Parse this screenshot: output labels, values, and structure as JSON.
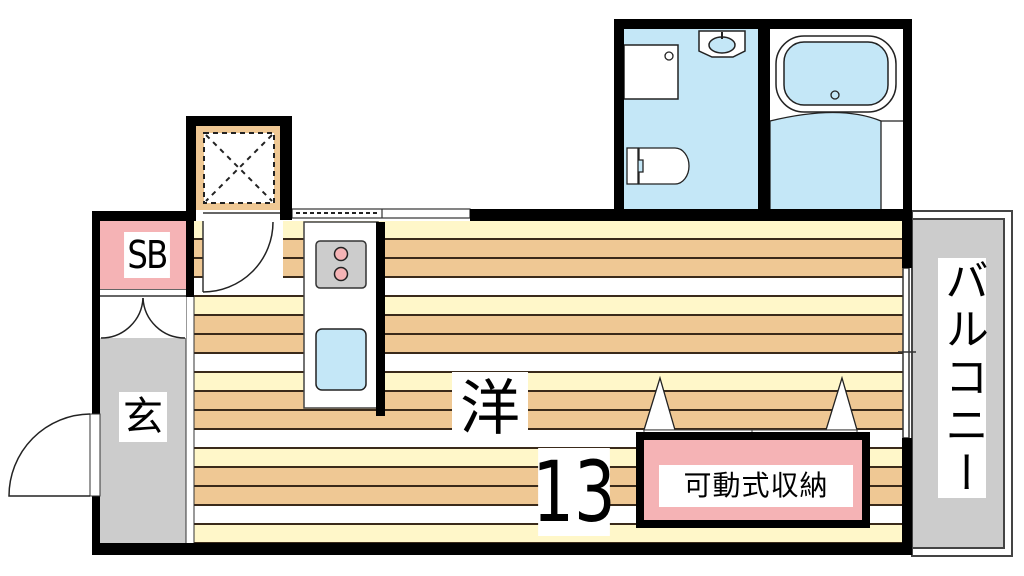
{
  "floor_plan": {
    "type": "1R apartment floor plan",
    "rooms": {
      "western_room": {
        "label": "洋",
        "size_jo": "13"
      },
      "shoe_box": {
        "label": "SB"
      },
      "entrance": {
        "label": "玄"
      },
      "movable_storage": {
        "label": "可動式収納"
      },
      "balcony": {
        "label": "バルコニー"
      },
      "toilet_washroom": {
        "label": ""
      },
      "bathroom": {
        "label": ""
      },
      "washer_space": {
        "label": ""
      },
      "kitchen": {
        "label": ""
      }
    },
    "icons": [
      "stove-burners-icon",
      "kitchen-sink-icon",
      "toilet-icon",
      "wash-basin-icon",
      "bathtub-icon",
      "washing-machine-pan-icon",
      "entrance-door-swing-icon",
      "closet-double-door-icon",
      "window-icon"
    ],
    "colors": {
      "wall": "#000000",
      "floor_cream": "#fff7c9",
      "floor_tan": "#efc894",
      "floor_white": "#ffffff",
      "wet_area_blue": "#c4e7f7",
      "storage_pink": "#f5b3b5",
      "entrance_gray": "#cccccc",
      "balcony_gray": "#cccccc",
      "stove_gray": "#cccccc",
      "burner_pink": "#f5b3b5"
    }
  }
}
